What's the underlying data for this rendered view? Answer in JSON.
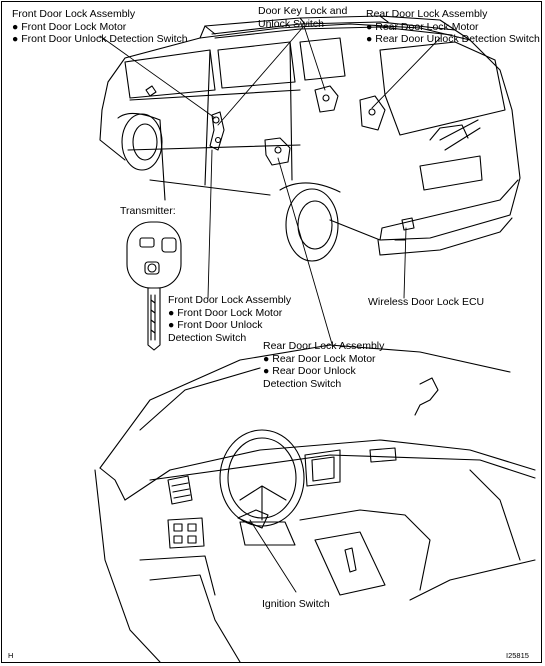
{
  "labels": {
    "front_upper_title": "Front Door Lock Assembly",
    "front_upper_item1": "● Front Door Lock Motor",
    "front_upper_item2": "● Front Door Unlock Detection Switch",
    "door_key_line1": "Door Key Lock and",
    "door_key_line2": "Unlock Switch",
    "rear_upper_title": "Rear Door Lock Assembly",
    "rear_upper_item1": "● Rear Door Lock Motor",
    "rear_upper_item2": "● Rear Door Unlock Detection Switch",
    "transmitter": "Transmitter:",
    "front_lower_title": "Front Door Lock Assembly",
    "front_lower_item1": "● Front Door Lock Motor",
    "front_lower_item2": "● Front Door Unlock",
    "front_lower_item3": "Detection Switch",
    "wireless_ecu": "Wireless Door Lock ECU",
    "rear_lower_title": "Rear Door Lock Assembly",
    "rear_lower_item1": "● Rear Door Lock Motor",
    "rear_lower_item2": "● Rear Door Unlock",
    "rear_lower_item3": "Detection Switch",
    "ignition": "Ignition Switch",
    "corner_left": "H",
    "corner_right": "I25815"
  }
}
